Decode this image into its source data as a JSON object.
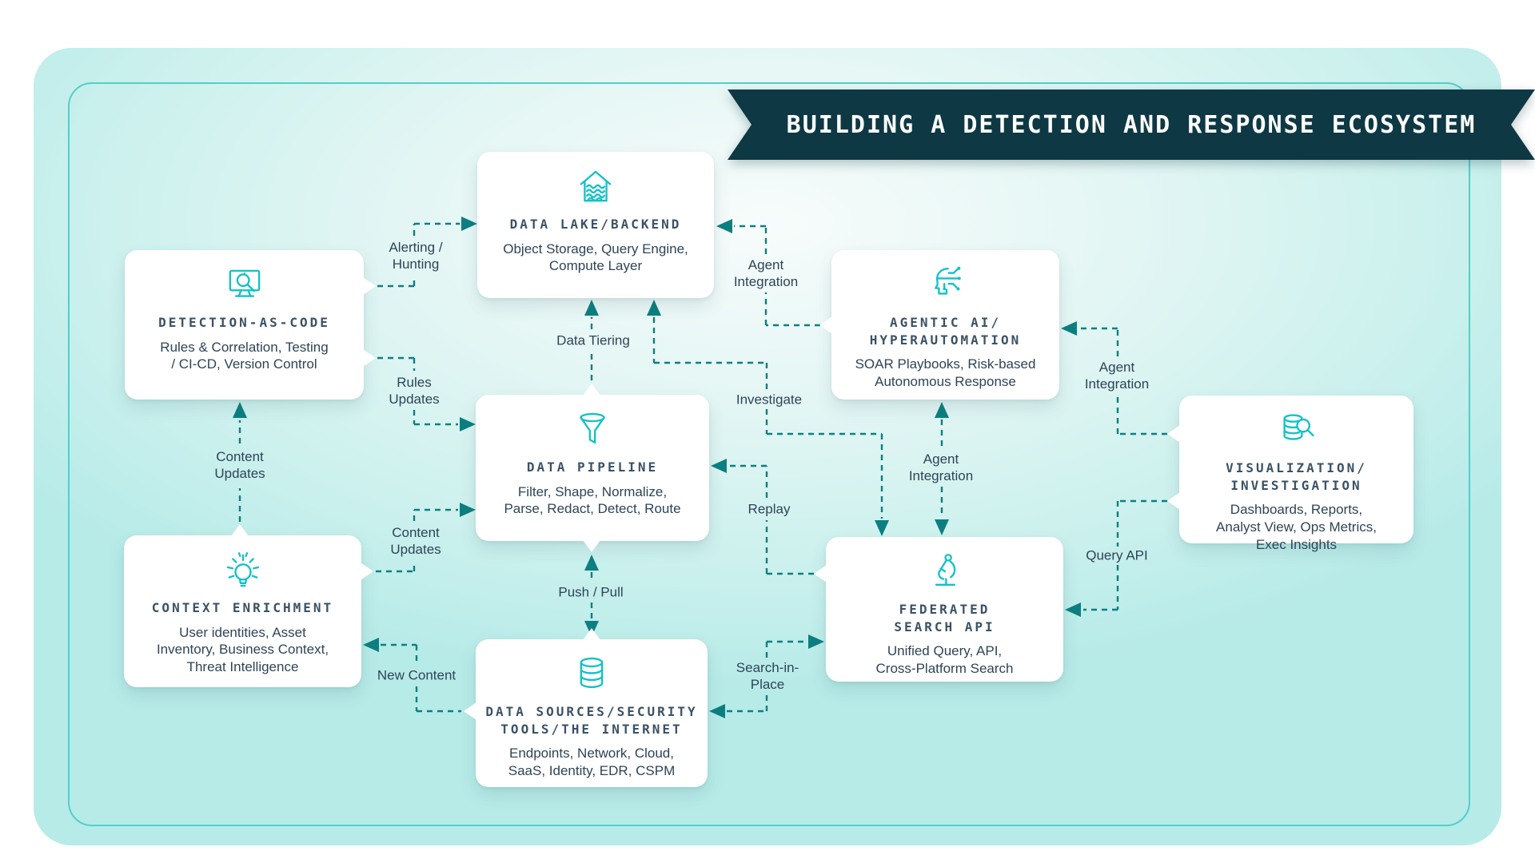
{
  "banner": {
    "title": "BUILDING A DETECTION AND RESPONSE ECOSYSTEM"
  },
  "boxes": [
    {
      "id": "data-lake",
      "icon": "data-lake-house-icon",
      "title": "DATA LAKE/BACKEND",
      "subtitle": "Object Storage, Query Engine,\nCompute Layer"
    },
    {
      "id": "detection-as-code",
      "icon": "monitor-magnifier-icon",
      "title": "DETECTION-AS-CODE",
      "subtitle": "Rules & Correlation, Testing\n/ CI-CD, Version Control"
    },
    {
      "id": "agentic-ai",
      "icon": "ai-head-circuit-icon",
      "title": "AGENTIC AI/\nHYPERAUTOMATION",
      "subtitle": "SOAR Playbooks, Risk-based\nAutonomous Response"
    },
    {
      "id": "data-pipeline",
      "icon": "funnel-icon",
      "title": "DATA PIPELINE",
      "subtitle": "Filter, Shape, Normalize,\nParse, Redact, Detect, Route"
    },
    {
      "id": "visualization",
      "icon": "database-magnifier-icon",
      "title": "VISUALIZATION/\nINVESTIGATION",
      "subtitle": "Dashboards, Reports,\nAnalyst View, Ops Metrics,\nExec Insights"
    },
    {
      "id": "context-enrichment",
      "icon": "lightbulb-icon",
      "title": "CONTEXT ENRICHMENT",
      "subtitle": "User identities, Asset\nInventory, Business Context,\nThreat Intelligence"
    },
    {
      "id": "federated-search",
      "icon": "microscope-icon",
      "title": "FEDERATED\nSEARCH API",
      "subtitle": "Unified Query, API,\nCross-Platform Search"
    },
    {
      "id": "data-sources",
      "icon": "database-stack-icon",
      "title": "DATA SOURCES/SECURITY\nTOOLS/THE INTERNET",
      "subtitle": "Endpoints, Network, Cloud,\nSaaS, Identity, EDR, CSPM"
    }
  ],
  "connector_labels": [
    {
      "id": "alerting-hunting",
      "text": "Alerting /\nHunting"
    },
    {
      "id": "rules-updates",
      "text": "Rules\nUpdates"
    },
    {
      "id": "content-updates-left",
      "text": "Content\nUpdates"
    },
    {
      "id": "content-updates-right",
      "text": "Content\nUpdates"
    },
    {
      "id": "new-content",
      "text": "New Content"
    },
    {
      "id": "data-tiering",
      "text": "Data Tiering"
    },
    {
      "id": "push-pull",
      "text": "Push / Pull"
    },
    {
      "id": "agent-integration-left",
      "text": "Agent\nIntegration"
    },
    {
      "id": "investigate",
      "text": "Investigate"
    },
    {
      "id": "agent-integration-mid",
      "text": "Agent\nIntegration"
    },
    {
      "id": "agent-integration-right",
      "text": "Agent\nIntegration"
    },
    {
      "id": "query-api",
      "text": "Query API"
    },
    {
      "id": "replay",
      "text": "Replay"
    },
    {
      "id": "search-in-place",
      "text": "Search-in-\nPlace"
    }
  ],
  "colors": {
    "accent": "#14c1c6",
    "line": "#0d7f81",
    "banner_bg": "#0e3843",
    "card_bg": "#ffffff",
    "title_text": "#3b5266",
    "body_text": "#2e4458",
    "panel_border": "#52cfcb"
  }
}
